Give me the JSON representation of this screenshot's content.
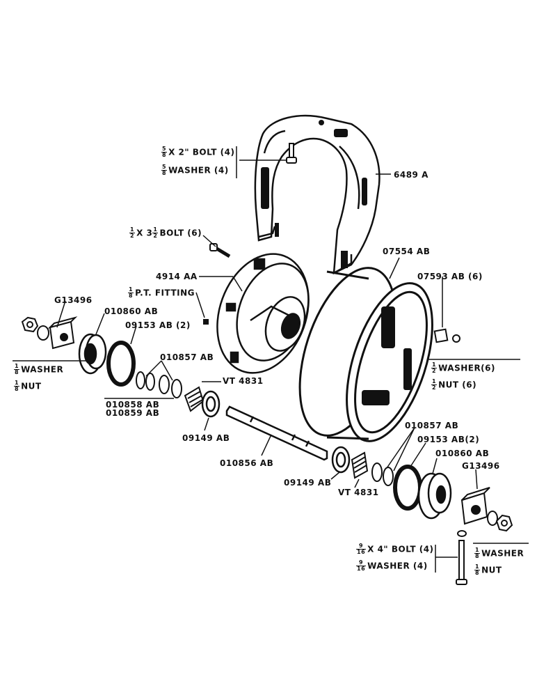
{
  "parts": {
    "band": "6489 A",
    "bolt_5_8_qty": "X 2\" BOLT (4)",
    "bolt_5_8_frac": {
      "n": "5",
      "d": "8"
    },
    "washer_5_8_frac": {
      "n": "5",
      "d": "8"
    },
    "washer_5_8_qty": "WASHER (4)",
    "bolt_1_2_frac": {
      "n": "1",
      "d": "2"
    },
    "bolt_1_2_mid": "X 3",
    "bolt_1_2_frac2": {
      "n": "1",
      "d": "2"
    },
    "bolt_1_2_qty": "BOLT (6)",
    "hub": "4914 AA",
    "fitting_frac": {
      "n": "1",
      "d": "8"
    },
    "fitting": "P.T. FITTING",
    "rim": "07554 AB",
    "rim_bolt": "07593 AB (6)",
    "block_left": "G13496",
    "cup_left": "010860 AB",
    "seal_left": "09153 AB (2)",
    "washer_1_8_left_frac": {
      "n": "1",
      "d": "8"
    },
    "washer_1_8_left": "WASHER",
    "nut_1_8_left_frac": {
      "n": "1",
      "d": "8"
    },
    "nut_1_8_left": "NUT",
    "spacer_left": "010857 AB",
    "cone_left": "VT 4831",
    "shim_a": "010858 AB",
    "shim_b": "010859 AB",
    "washer_1_2_frac": {
      "n": "1",
      "d": "2"
    },
    "washer_1_2": "WASHER(6)",
    "nut_1_2_frac": {
      "n": "1",
      "d": "2"
    },
    "nut_1_2": "NUT (6)",
    "bearing_cup_left": "09149 AB",
    "axle": "010856 AB",
    "spacer_right": "010857 AB",
    "seal_right": "09153 AB(2)",
    "cup_right": "010860 AB",
    "block_right": "G13496",
    "bearing_cup_right": "09149 AB",
    "cone_right": "VT 4831",
    "bolt_9_16_frac": {
      "n": "9",
      "d": "16"
    },
    "bolt_9_16": "X 4\" BOLT (4)",
    "washer_9_16_frac": {
      "n": "9",
      "d": "16"
    },
    "washer_9_16": "WASHER (4)",
    "washer_1_8_right_frac": {
      "n": "1",
      "d": "8"
    },
    "washer_1_8_right": "WASHER",
    "nut_1_8_right_frac": {
      "n": "1",
      "d": "8"
    },
    "nut_1_8_right": "NUT"
  }
}
